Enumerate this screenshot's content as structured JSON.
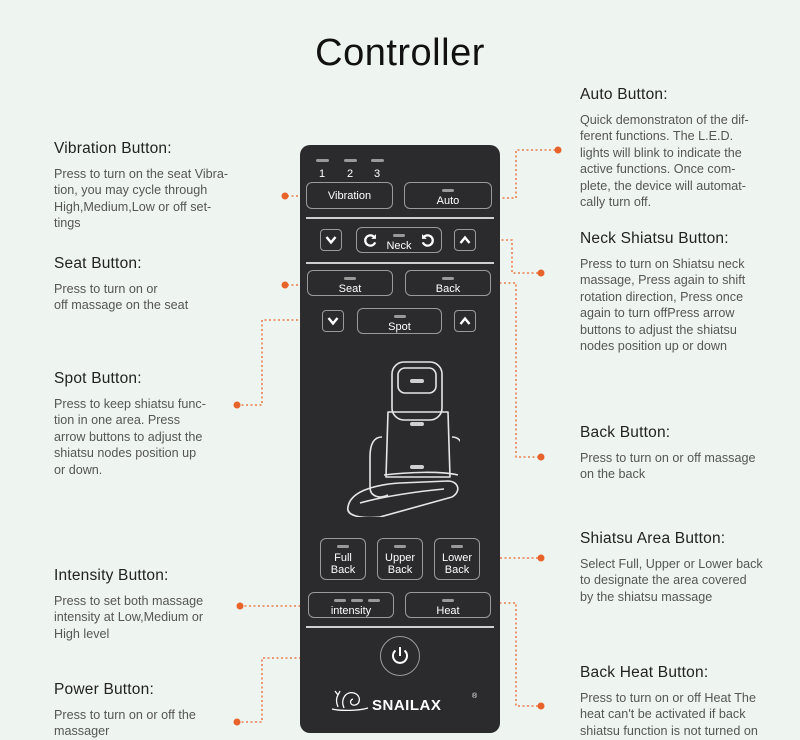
{
  "title": "Controller",
  "callouts": {
    "vibration": {
      "title": "Vibration Button:",
      "text": [
        "Press to turn on the seat Vibra-",
        "tion, you may cycle through",
        "High,Medium,Low or off set-",
        "tings"
      ]
    },
    "seat": {
      "title": "Seat Button:",
      "text": [
        "Press to turn on or",
        "off massage on the seat"
      ]
    },
    "spot": {
      "title": "Spot Button:",
      "text": [
        "Press to keep shiatsu func-",
        "tion in one area. Press",
        "arrow buttons to adjust the",
        "shiatsu nodes position up",
        "or down."
      ]
    },
    "intensity": {
      "title": "Intensity Button:",
      "text": [
        "Press to set both massage",
        "intensity at Low,Medium or",
        "High level"
      ]
    },
    "power": {
      "title": "Power Button:",
      "text": [
        "Press to turn on or off the",
        "massager"
      ]
    },
    "auto": {
      "title": "Auto Button:",
      "text": [
        "Quick demonstraton of the dif-",
        "ferent functions.  The L.E.D.",
        "lights will blink to indicate the",
        "active functions.  Once com-",
        "plete, the device will automat-",
        "cally turn off."
      ]
    },
    "neck": {
      "title": "Neck Shiatsu Button:",
      "text": [
        "Press to turn on Shiatsu neck",
        "massage, Press again to shift",
        "rotation direction, Press once",
        "again to turn offPress arrow",
        "buttons to adjust the shiatsu",
        "nodes position up or down"
      ]
    },
    "back": {
      "title": "Back Button:",
      "text": [
        "Press to turn on or off massage",
        "on the back"
      ]
    },
    "shiatsu_area": {
      "title": "Shiatsu Area Button:",
      "text": [
        "Select Full, Upper or Lower back",
        "to designate the area covered",
        "by the shiatsu massage"
      ]
    },
    "back_heat": {
      "title": "Back Heat Button:",
      "text": [
        "Press to turn on or off Heat The",
        "heat can't be activated if back",
        "shiatsu function is not turned on"
      ]
    }
  },
  "controller": {
    "levels": [
      "1",
      "2",
      "3"
    ],
    "vibration": "Vibration",
    "auto": "Auto",
    "neck": "Neck",
    "seat": "Seat",
    "back": "Back",
    "spot": "Spot",
    "full": [
      "Full",
      "Back"
    ],
    "upper": [
      "Upper",
      "Back"
    ],
    "lower": [
      "Lower",
      "Back"
    ],
    "intensity": "intensity",
    "heat": "Heat",
    "brand": "SNAILAX",
    "registered": "®"
  },
  "colors": {
    "accent": "#e8632a",
    "panel": "#2b2b2d",
    "background": "#eef5f1"
  }
}
